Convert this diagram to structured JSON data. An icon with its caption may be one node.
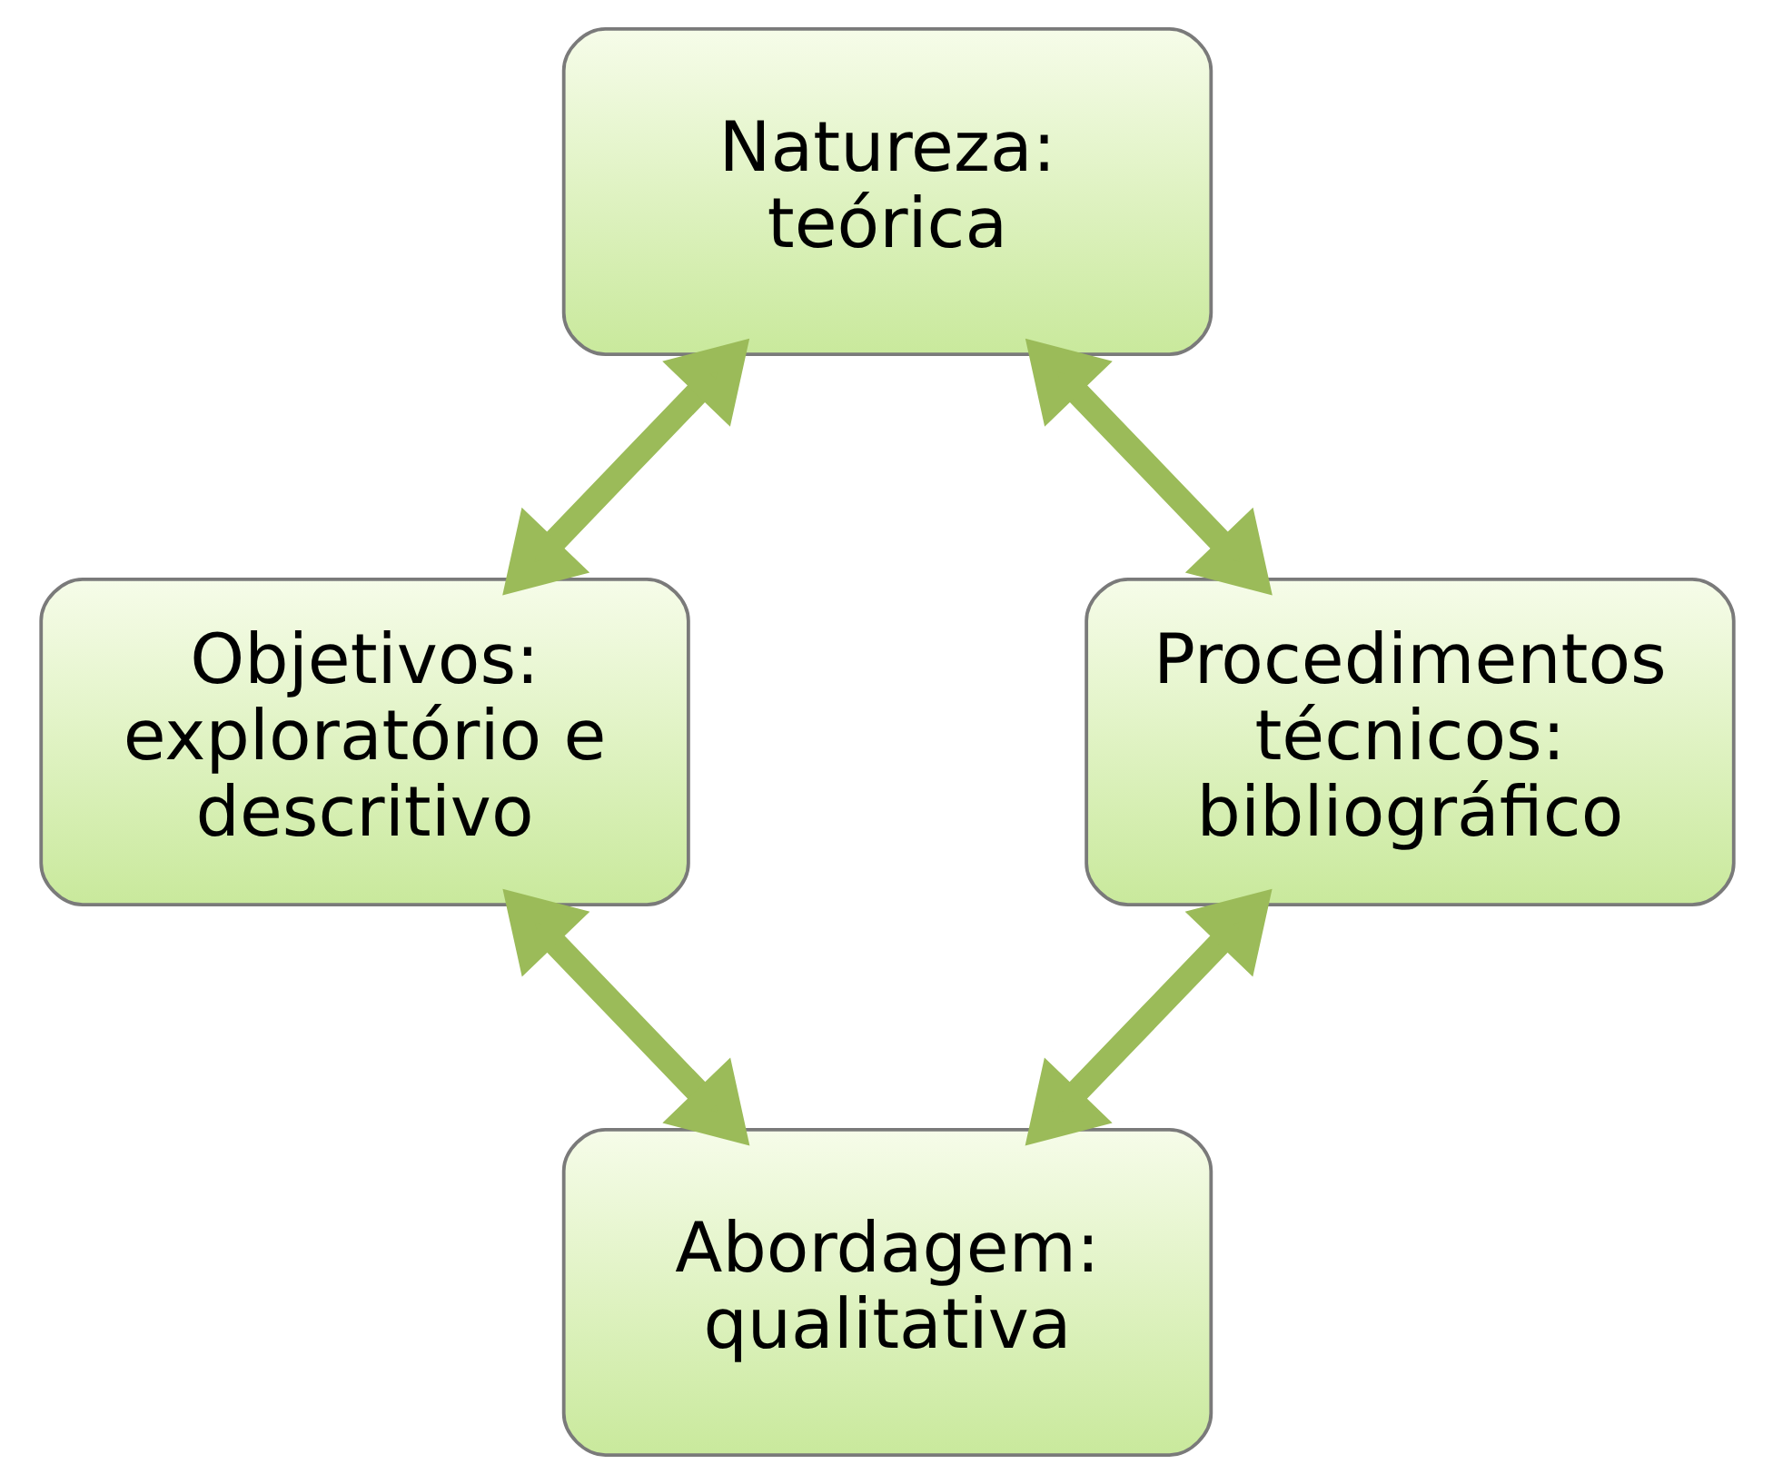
{
  "diagram": {
    "nodes": [
      {
        "text": [
          "Natureza: teórica"
        ]
      },
      {
        "text": [
          "Objetivos: exploratório e descritivo"
        ]
      },
      {
        "text": [
          "Procedimentos técnicos: bibliográfico"
        ]
      },
      {
        "text": [
          "Abordagem: qualitativa"
        ]
      }
    ],
    "edges": [
      {
        "from": 0,
        "to": 1,
        "arrow": "both"
      },
      {
        "from": 0,
        "to": 2,
        "arrow": "both"
      },
      {
        "from": 1,
        "to": 3,
        "arrow": "both"
      },
      {
        "from": 2,
        "to": 3,
        "arrow": "both"
      }
    ]
  }
}
